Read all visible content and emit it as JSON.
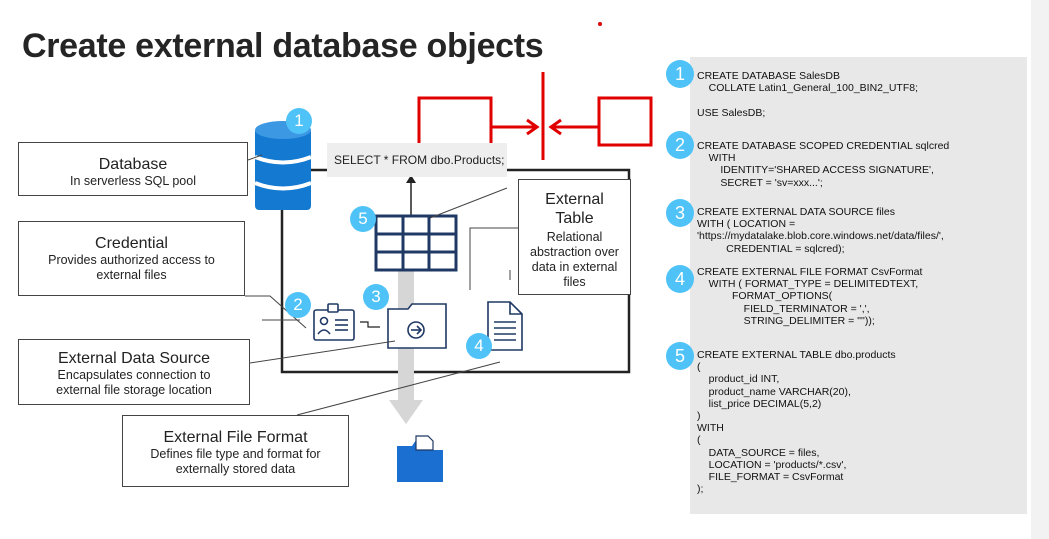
{
  "title": "Create external database objects",
  "sql_query": "SELECT * FROM dbo.Products;",
  "callouts": {
    "database": {
      "heading": "Database",
      "sub": "In serverless SQL pool"
    },
    "credential": {
      "heading": "Credential",
      "sub": "Provides authorized access to external files"
    },
    "data_source": {
      "heading": "External Data Source",
      "sub": "Encapsulates connection to external file storage location"
    },
    "file_format": {
      "heading": "External File Format",
      "sub": "Defines file type and format for externally stored data"
    },
    "external_table": {
      "heading": "External Table",
      "sub": "Relational abstraction over data in external files"
    }
  },
  "badges": [
    "1",
    "2",
    "3",
    "4",
    "5"
  ],
  "code_blocks": [
    {
      "num": "1",
      "text": "CREATE DATABASE SalesDB\n    COLLATE Latin1_General_100_BIN2_UTF8;\n\nUSE SalesDB;"
    },
    {
      "num": "2",
      "text": "CREATE DATABASE SCOPED CREDENTIAL sqlcred\n    WITH\n        IDENTITY='SHARED ACCESS SIGNATURE',\n        SECRET = 'sv=xxx...';"
    },
    {
      "num": "3",
      "text": "CREATE EXTERNAL DATA SOURCE files\nWITH ( LOCATION =\n'https://mydatalake.blob.core.windows.net/data/files/',\n          CREDENTIAL = sqlcred);"
    },
    {
      "num": "4",
      "text": "CREATE EXTERNAL FILE FORMAT CsvFormat\n    WITH ( FORMAT_TYPE = DELIMITEDTEXT,\n            FORMAT_OPTIONS(\n                FIELD_TERMINATOR = ',',\n                STRING_DELIMITER = '\"'));"
    },
    {
      "num": "5",
      "text": "CREATE EXTERNAL TABLE dbo.products\n(\n    product_id INT,\n    product_name VARCHAR(20),\n    list_price DECIMAL(5,2)\n)\nWITH\n(\n    DATA_SOURCE = files,\n    LOCATION = 'products/*.csv',\n    FILE_FORMAT = CsvFormat\n);"
    }
  ],
  "colors": {
    "accent": "#4fc3f7",
    "db_blue": "#1479d1",
    "folder_blue": "#1a6fd0",
    "annotation_red": "#e00000",
    "code_bg": "#e8e8e8"
  },
  "icons": [
    "database-icon",
    "credential-card-icon",
    "folder-arrow-icon",
    "file-document-icon",
    "table-grid-icon",
    "blue-folder-icon"
  ]
}
